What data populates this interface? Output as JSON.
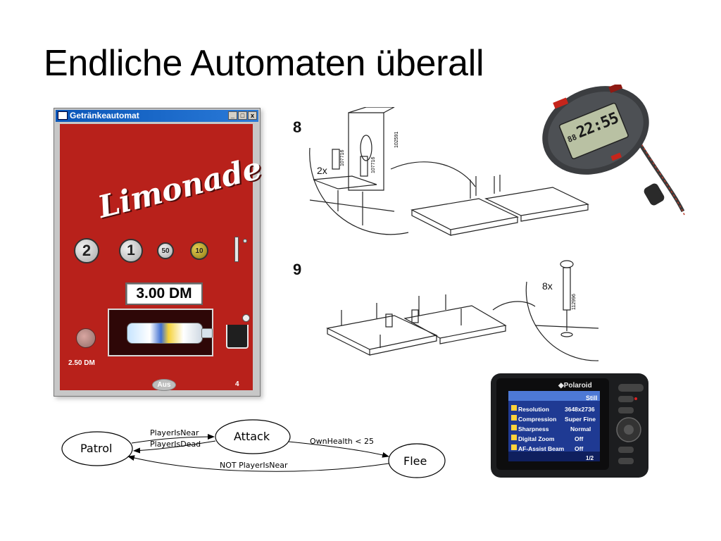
{
  "slide": {
    "title": "Endliche Automaten überall"
  },
  "vending_machine": {
    "window_title": "Getränkeautomat",
    "window_buttons": [
      "_",
      "□",
      "x"
    ],
    "product_logo": "Limonade",
    "coins": [
      "2",
      "1",
      "50",
      "10"
    ],
    "display_value": "3.00 DM",
    "change_label": "2.50 DM",
    "off_button": "Aus",
    "count": "4",
    "colors": {
      "panel": "#b8211b",
      "titlebar": "#0a56b8"
    }
  },
  "stopwatch": {
    "readout_small": "88",
    "readout_main": "22:55"
  },
  "assembly": {
    "step_8": "8",
    "step_9": "9",
    "label_2x": "2x",
    "label_8x": "8x",
    "part_numbers": [
      "107716",
      "107716",
      "102591",
      "112996"
    ]
  },
  "camera": {
    "brand": "◆Polaroid",
    "mode": "Still",
    "settings": [
      {
        "name": "Resolution",
        "value": "3648x2736"
      },
      {
        "name": "Compression",
        "value": "Super Fine"
      },
      {
        "name": "Sharpness",
        "value": "Normal"
      },
      {
        "name": "Digital Zoom",
        "value": "Off"
      },
      {
        "name": "AF-Assist Beam",
        "value": "Off"
      }
    ],
    "page": "1/2"
  },
  "state_machine": {
    "states": [
      "Patrol",
      "Attack",
      "Flee"
    ],
    "transitions": [
      {
        "from": "Patrol",
        "to": "Attack",
        "label": "PlayerIsNear"
      },
      {
        "from": "Attack",
        "to": "Patrol",
        "label": "PlayerIsDead"
      },
      {
        "from": "Attack",
        "to": "Flee",
        "label": "OwnHealth < 25"
      },
      {
        "from": "Flee",
        "to": "Patrol",
        "label": "NOT PlayerIsNear"
      }
    ]
  }
}
